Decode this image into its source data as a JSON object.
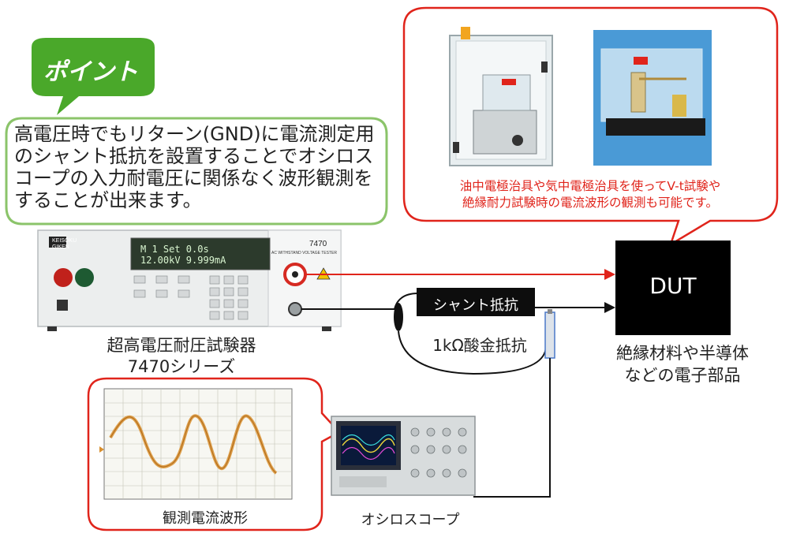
{
  "point_badge": {
    "label": "ポイント",
    "color": "#4aa82a"
  },
  "point_callout": {
    "lines": [
      "高電圧時でもリターン(GND)に電流測定用",
      "のシャント抵抗を設置することでオシロス",
      "コープの入力耐電圧に関係なく波形観測を",
      "することが出来ます。"
    ],
    "border_color": "#8bc46a"
  },
  "fixture_callout": {
    "lines": [
      "油中電極治具や気中電極治具を使ってV-t試験や",
      "絶縁耐力試験時の電流波形の観測も可能です。"
    ],
    "border_color": "#e0241b"
  },
  "tester": {
    "brand_lines": [
      "KEISOKU",
      "GIKEN"
    ],
    "model": "7470",
    "subtitle": "AC WITHSTAND VOLTAGE TESTER",
    "display_line1": "M 1 Set       0.0s",
    "display_line2": "12.00kV 9.999mA",
    "name_lines": [
      "超高電圧耐圧試験器",
      "7470シリーズ"
    ]
  },
  "dut": {
    "label": "DUT",
    "desc_lines": [
      "絶縁材料や半導体",
      "などの電子部品"
    ]
  },
  "shunt": {
    "label": "シャント抵抗",
    "sub_label": "1kΩ酸金抵抗"
  },
  "waveform": {
    "label": "観測電流波形",
    "border_color": "#e0241b"
  },
  "oscilloscope": {
    "label": "オシロスコープ"
  },
  "colors": {
    "hv_wire": "#e0241b",
    "return_wire": "#111111",
    "dut_box": "#000000"
  }
}
